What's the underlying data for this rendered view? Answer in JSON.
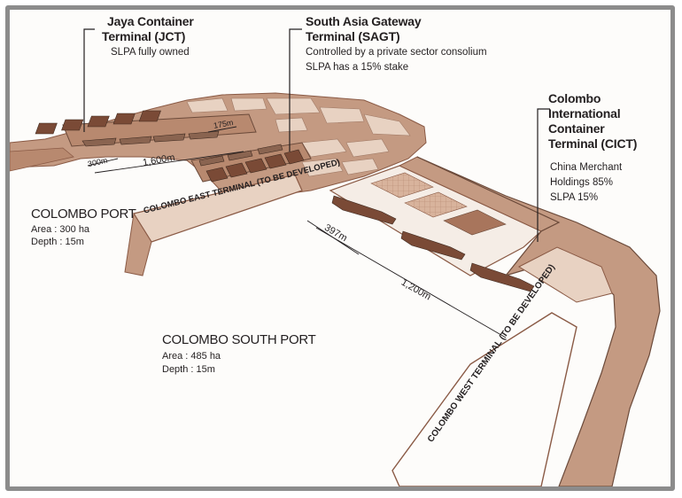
{
  "terminals": {
    "jct": {
      "title_line1": "Jaya Container",
      "title_line2": "Terminal (JCT)",
      "owner": "SLPA fully owned"
    },
    "sagt": {
      "title_line1": "South Asia Gateway",
      "title_line2": "Terminal (SAGT)",
      "desc_line1": "Controlled by a private sector consolium",
      "desc_line2": "SLPA has a 15% stake"
    },
    "cict": {
      "title_line1": "Colombo",
      "title_line2": "International",
      "title_line3": "Container",
      "title_line4": "Terminal (CICT)",
      "owner_line1": "China Merchant",
      "owner_line2": "Holdings 85%",
      "owner_line3": "SLPA 15%"
    }
  },
  "colombo_port": {
    "name": "COLOMBO PORT",
    "area": "Area    : 300 ha",
    "depth": "Depth  : 15m"
  },
  "south_port": {
    "name": "COLOMBO SOUTH PORT",
    "area": "Area    : 485 ha",
    "depth": "Depth   : 15m"
  },
  "east_terminal": "COLOMBO EAST TERMINAL (TO BE DEVELOPED)",
  "west_terminal": "COLOMBO WEST TERMINAL (TO BE DEVELOPED)",
  "dimensions": {
    "d300": "300m",
    "d1600": "1,600m",
    "d175": "175m",
    "d397": "397m",
    "d1200": "1,200m"
  },
  "colors": {
    "land": "#c49a82",
    "land_dark": "#8a5a45",
    "land_light": "#e8d2c2",
    "outline": "#6b4a3a",
    "water": "#fdfcfa",
    "frame": "#8c8c8c"
  }
}
